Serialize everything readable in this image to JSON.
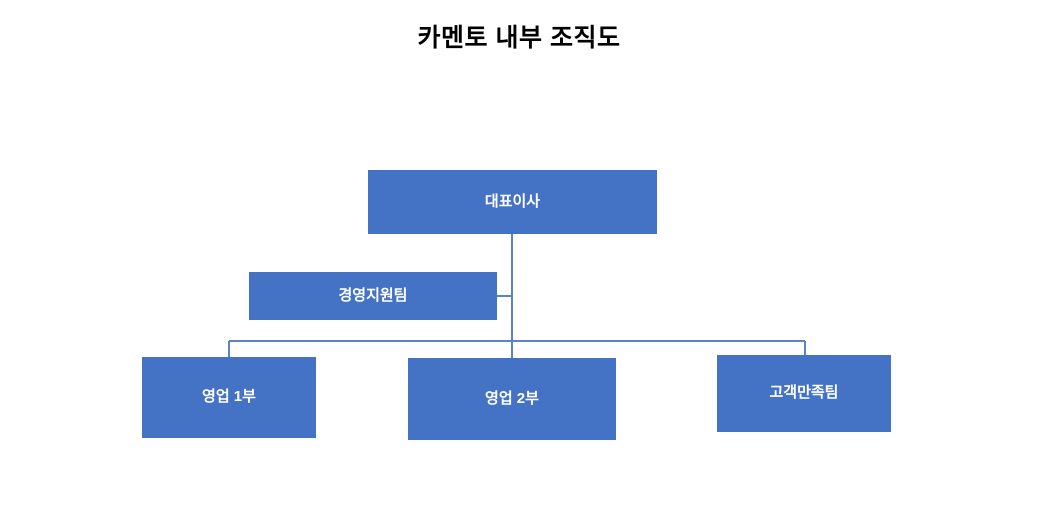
{
  "title": "카멘토 내부 조직도",
  "theme": {
    "node_fill": "#4472C4",
    "node_text": "#FFFFFF",
    "connector": "#5B82C6",
    "background": "#FFFFFF",
    "title_text": "#000000"
  },
  "chart_data": {
    "type": "diagram",
    "diagram_type": "org-chart",
    "title": "카멘토 내부 조직도",
    "orientation": "top-down",
    "nodes": [
      {
        "id": "ceo",
        "label": "대표이사",
        "level": 0,
        "role": "root"
      },
      {
        "id": "support",
        "label": "경영지원팀",
        "level": 1,
        "role": "assistant"
      },
      {
        "id": "sales1",
        "label": "영업 1부",
        "level": 2,
        "role": "child"
      },
      {
        "id": "sales2",
        "label": "영업 2부",
        "level": 2,
        "role": "child"
      },
      {
        "id": "cs",
        "label": "고객만족팀",
        "level": 2,
        "role": "child"
      }
    ],
    "edges": [
      {
        "from": "ceo",
        "to": "support",
        "style": "assistant-stub"
      },
      {
        "from": "ceo",
        "to": "sales1",
        "style": "elbow"
      },
      {
        "from": "ceo",
        "to": "sales2",
        "style": "straight"
      },
      {
        "from": "ceo",
        "to": "cs",
        "style": "elbow"
      }
    ]
  },
  "nodes": {
    "ceo": {
      "label": "대표이사"
    },
    "support": {
      "label": "경영지원팀"
    },
    "sales1": {
      "label": "영업 1부"
    },
    "sales2": {
      "label": "영업 2부"
    },
    "cs": {
      "label": "고객만족팀"
    }
  }
}
